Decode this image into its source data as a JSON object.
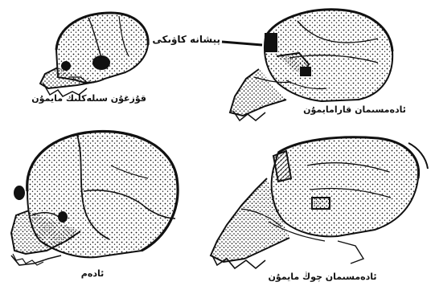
{
  "labels": {
    "top_left": "قۇزغۇن سىلەكلىك مايمۇن",
    "top_right": "ئادەمسىمان قارامايمۇن",
    "bottom_left": "ئادەم",
    "bottom_right": "ئادەمسىمان چوڭ مايمۇن",
    "brow_pointer": "پېشانە كاۋىكى"
  },
  "colors": {
    "ink": "#111111",
    "paper": "#ffffff"
  }
}
